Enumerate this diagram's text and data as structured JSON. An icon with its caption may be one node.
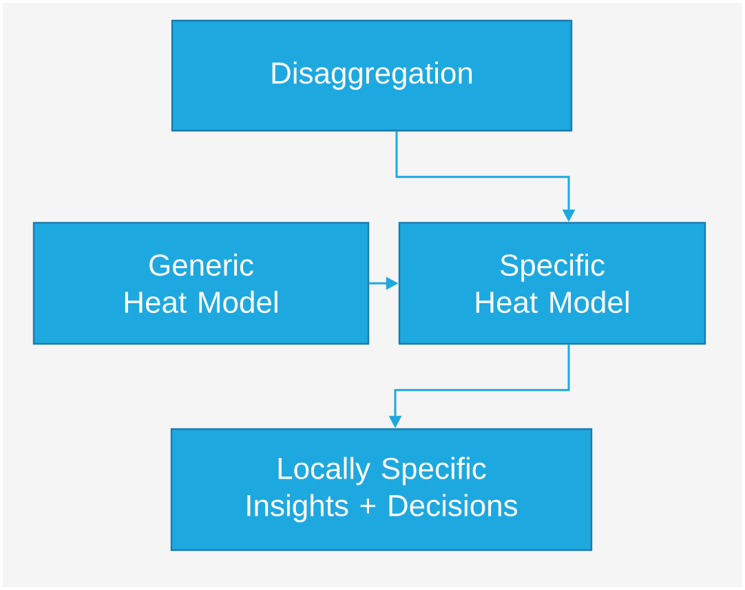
{
  "diagram": {
    "nodes": [
      {
        "text": [
          "Disaggregation"
        ]
      },
      {
        "text": [
          "Generic Heat Model"
        ]
      },
      {
        "text": [
          "Specific Heat Model"
        ]
      },
      {
        "text": [
          "Locally Specific Insights + Decisions"
        ]
      }
    ],
    "edges": [
      {
        "from": 0,
        "to": 2,
        "arrow": "to"
      },
      {
        "from": 1,
        "to": 2,
        "arrow": "to"
      },
      {
        "from": 2,
        "to": 3,
        "arrow": "to"
      }
    ]
  }
}
